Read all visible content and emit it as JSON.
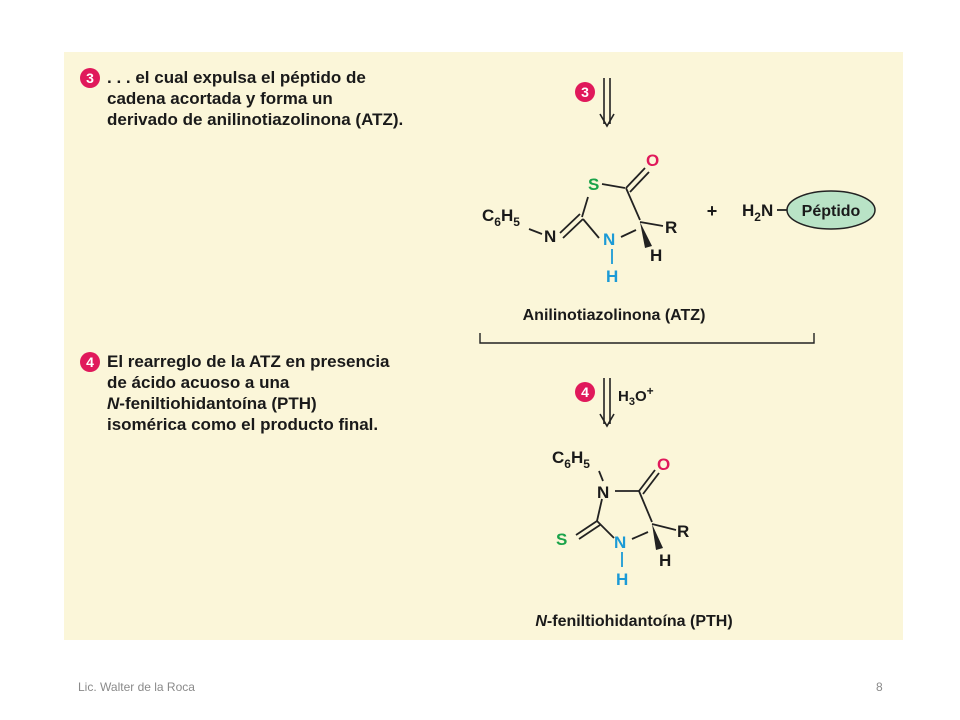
{
  "step3": {
    "number": "3",
    "lines": [
      ". . . el cual expulsa el péptido de",
      "cadena acortada y forma un",
      "derivado de anilinotiazolinona (ATZ)."
    ]
  },
  "step4": {
    "number": "4",
    "lines": [
      "El rearreglo de la ATZ en presencia",
      "de ácido acuoso a una",
      "-feniltiohidantoína (PTH)",
      "isomérica como el producto final."
    ],
    "line3_italic_prefix": "N"
  },
  "scheme": {
    "arrow3_number": "3",
    "arrow4_number": "4",
    "arrow4_reagent": "H",
    "arrow4_reagent_sub": "3",
    "arrow4_reagent_tail": "O",
    "arrow4_reagent_sup": "+",
    "atz": {
      "phenyl": "C",
      "phenyl_sub1": "6",
      "phenyl_mid": "H",
      "phenyl_sub2": "5",
      "n_exo": "N",
      "s": "S",
      "o": "O",
      "n_ring": "N",
      "h_n": "H",
      "r": "R",
      "h_c": "H",
      "label": "Anilinotiazolinona (ATZ)"
    },
    "plus": "+",
    "peptide": {
      "h": "H",
      "h_sub": "2",
      "n": "N",
      "name": "Péptido"
    },
    "pth": {
      "phenyl": "C",
      "phenyl_sub1": "6",
      "phenyl_mid": "H",
      "phenyl_sub2": "5",
      "n_top": "N",
      "o": "O",
      "s": "S",
      "n_ring": "N",
      "h_n": "H",
      "r": "R",
      "h_c": "H",
      "label_italic": "N",
      "label": "-feniltiohidantoína (PTH)"
    }
  },
  "footer": {
    "author": "Lic. Walter de la Roca",
    "page": "8"
  },
  "colors": {
    "panel": "#fbf6d9",
    "badge": "#e0195b",
    "oxygen": "#e0195b",
    "sulfur": "#1aa34a",
    "nitrogen": "#1b9ad6",
    "peptide_fill": "#b9e3c6"
  }
}
